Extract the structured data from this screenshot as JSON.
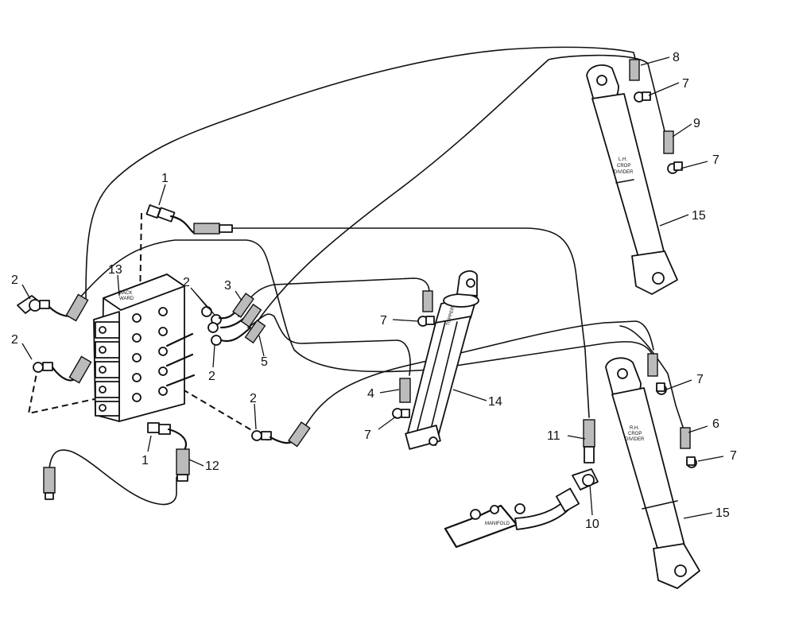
{
  "callouts": [
    "1",
    "1",
    "2",
    "2",
    "2",
    "2",
    "2",
    "3",
    "4",
    "5",
    "6",
    "7",
    "7",
    "7",
    "7",
    "7",
    "7",
    "8",
    "9",
    "10",
    "11",
    "12",
    "13",
    "14",
    "15",
    "15"
  ],
  "part_labels": {
    "lh_cylinder": [
      "L.H.",
      "CROP",
      "DIVIDER"
    ],
    "rh_cylinder": [
      "R.H.",
      "CROP",
      "DIVIDER"
    ],
    "valve_block": [
      "BACK",
      "WARD"
    ],
    "mid_cylinder": "TOPPER",
    "manifold": "MANIFOLD"
  }
}
